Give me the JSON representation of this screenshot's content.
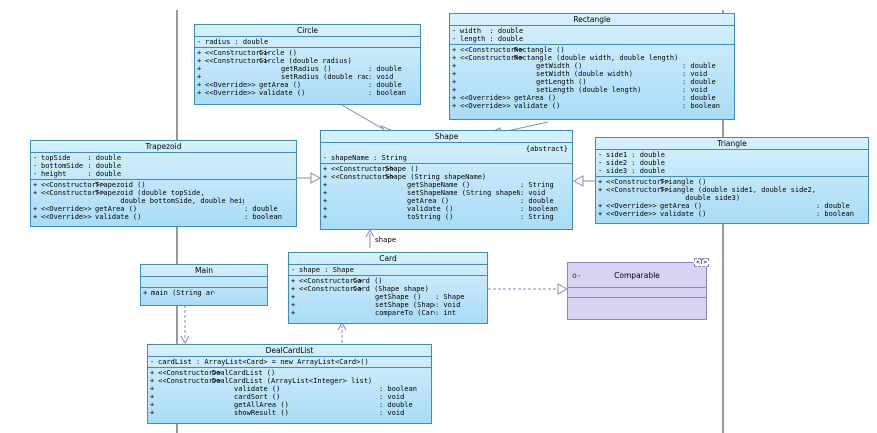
{
  "colors": {
    "class_fill": "#bfe6fa",
    "class_border": "#3c8cc8",
    "interface_fill": "#d8d2f3",
    "interface_border": "#8f85c8",
    "edge": "#8f85c8",
    "lifeline": "#555555"
  },
  "classes": {
    "circle": {
      "name": "Circle",
      "attributes": [
        {
          "vis": "-",
          "name": "radius : double"
        }
      ],
      "operations": [
        {
          "vis": "+",
          "st": "<<Constructor>>",
          "name": "Circle ()",
          "type": ""
        },
        {
          "vis": "+",
          "st": "<<Constructor>>",
          "name": "Circle (double radius)",
          "type": ""
        },
        {
          "vis": "+",
          "st": "",
          "name": "getRadius ()",
          "type": ": double"
        },
        {
          "vis": "+",
          "st": "",
          "name": "setRadius (double radius)",
          "type": ": void"
        },
        {
          "vis": "+",
          "st": "<<Override>>",
          "name": "getArea ()",
          "type": ": double"
        },
        {
          "vis": "+",
          "st": "<<Override>>",
          "name": "validate ()",
          "type": ": boolean"
        }
      ]
    },
    "rectangle": {
      "name": "Rectangle",
      "attributes": [
        {
          "vis": "-",
          "name": "width  : double"
        },
        {
          "vis": "-",
          "name": "length : double"
        }
      ],
      "operations": [
        {
          "vis": "+",
          "st": "<<Constructor>>",
          "name": "Rectangle ()",
          "type": ""
        },
        {
          "vis": "+",
          "st": "<<Constructor>>",
          "name": "Rectangle (double width, double length)",
          "type": ""
        },
        {
          "vis": "+",
          "st": "",
          "name": "getWidth ()",
          "type": ": double"
        },
        {
          "vis": "+",
          "st": "",
          "name": "setWidth (double width)",
          "type": ": void"
        },
        {
          "vis": "+",
          "st": "",
          "name": "getLength ()",
          "type": ": double"
        },
        {
          "vis": "+",
          "st": "",
          "name": "setLength (double length)",
          "type": ": void"
        },
        {
          "vis": "+",
          "st": "<<Override>>",
          "name": "getArea ()",
          "type": ": double"
        },
        {
          "vis": "+",
          "st": "<<Override>>",
          "name": "validate ()",
          "type": ": boolean"
        }
      ]
    },
    "trapezoid": {
      "name": "Trapezoid",
      "attributes": [
        {
          "vis": "-",
          "name": "topSide    : double"
        },
        {
          "vis": "-",
          "name": "bottomSide : double"
        },
        {
          "vis": "-",
          "name": "height     : double"
        }
      ],
      "operations": [
        {
          "vis": "+",
          "st": "<<Constructor>>",
          "name": "Trapezoid ()",
          "type": ""
        },
        {
          "vis": "+",
          "st": "<<Constructor>>",
          "name": "Trapezoid (double topSide,",
          "type": ""
        },
        {
          "vis": "",
          "st": "",
          "name": "      double bottomSide, double height)",
          "type": ""
        },
        {
          "vis": "+",
          "st": "<<Override>>",
          "name": "getArea ()",
          "type": ": double"
        },
        {
          "vis": "+",
          "st": "<<Override>>",
          "name": "validate ()",
          "type": ": boolean"
        }
      ]
    },
    "shape": {
      "name": "Shape",
      "abstract_label": "{abstract}",
      "attributes": [
        {
          "vis": "-",
          "name": "shapeName : String"
        }
      ],
      "operations": [
        {
          "vis": "+",
          "st": "<<Constructor>>",
          "name": "Shape ()",
          "type": ""
        },
        {
          "vis": "+",
          "st": "<<Constructor>>",
          "name": "Shape (String shapeName)",
          "type": ""
        },
        {
          "vis": "+",
          "st": "",
          "name": "getShapeName ()",
          "type": ": String"
        },
        {
          "vis": "+",
          "st": "",
          "name": "setShapeName (String shapeName)",
          "type": ": void"
        },
        {
          "vis": "+",
          "st": "",
          "name": "getArea ()",
          "type": ": double"
        },
        {
          "vis": "+",
          "st": "",
          "name": "validate ()",
          "type": ": boolean"
        },
        {
          "vis": "+",
          "st": "",
          "name": "toString ()",
          "type": ": String"
        }
      ]
    },
    "triangle": {
      "name": "Triangle",
      "attributes": [
        {
          "vis": "-",
          "name": "side1 : double"
        },
        {
          "vis": "-",
          "name": "side2 : double"
        },
        {
          "vis": "-",
          "name": "side3 : double"
        }
      ],
      "operations": [
        {
          "vis": "+",
          "st": "<<Constructor>>",
          "name": "Triangle ()",
          "type": ""
        },
        {
          "vis": "+",
          "st": "<<Constructor>>",
          "name": "Triangle (double side1, double side2,",
          "type": ""
        },
        {
          "vis": "",
          "st": "",
          "name": "      double side3)",
          "type": ""
        },
        {
          "vis": "+",
          "st": "<<Override>>",
          "name": "getArea ()",
          "type": ": double"
        },
        {
          "vis": "+",
          "st": "<<Override>>",
          "name": "validate ()",
          "type": ": boolean"
        }
      ]
    },
    "card": {
      "name": "Card",
      "attributes": [
        {
          "vis": "-",
          "name": "shape : Shape"
        }
      ],
      "operations": [
        {
          "vis": "+",
          "st": "<<Constructor>>",
          "name": "Card ()",
          "type": ""
        },
        {
          "vis": "+",
          "st": "<<Constructor>>",
          "name": "Card (Shape shape)",
          "type": ""
        },
        {
          "vis": "+",
          "st": "",
          "name": "getShape ()",
          "type": ": Shape"
        },
        {
          "vis": "+",
          "st": "",
          "name": "setShape (Shape shape)",
          "type": ": void"
        },
        {
          "vis": "+",
          "st": "",
          "name": "compareTo (Card card)",
          "type": ": int"
        }
      ]
    },
    "main": {
      "name": "Main",
      "attributes": [],
      "operations": [
        {
          "vis": "+",
          "st": "",
          "name": "main (String args[]) : void",
          "type": ""
        }
      ]
    },
    "dealcardlist": {
      "name": "DealCardList",
      "attributes": [
        {
          "vis": "-",
          "name": "cardList : ArrayList<Card> = new ArrayList<Card>()"
        }
      ],
      "operations": [
        {
          "vis": "+",
          "st": "<<Constructor>>",
          "name": "DealCardList ()",
          "type": ""
        },
        {
          "vis": "+",
          "st": "<<Constructor>>",
          "name": "DealCardList (ArrayList<Integer> list)",
          "type": ""
        },
        {
          "vis": "+",
          "st": "",
          "name": "validate ()",
          "type": ": boolean"
        },
        {
          "vis": "+",
          "st": "",
          "name": "cardSort ()",
          "type": ": void"
        },
        {
          "vis": "+",
          "st": "",
          "name": "getAllArea ()",
          "type": ": double"
        },
        {
          "vis": "+",
          "st": "",
          "name": "showResult ()",
          "type": ": void"
        }
      ]
    }
  },
  "interface": {
    "name": "Comparable",
    "type_param": "<T>"
  },
  "edge_labels": {
    "card_shape": "shape"
  }
}
